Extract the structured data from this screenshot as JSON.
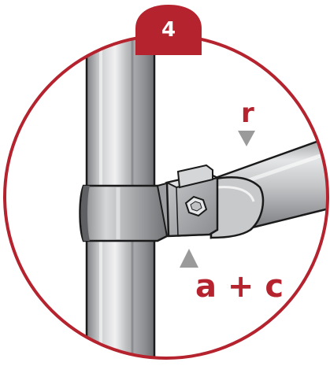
{
  "diagram": {
    "step_number": "4",
    "label_top": "r",
    "label_bottom": "a + c",
    "icons": [
      "arrow-down-icon",
      "arrow-up-icon",
      "hex-bolt-icon"
    ]
  },
  "colors": {
    "accent_red": "#b5232e",
    "metal_light": "#d9dadb",
    "metal_mid": "#a6a8aa",
    "metal_dark": "#6b6d70",
    "outline": "#1a1a1a",
    "arrow_gray": "#9a9a9a"
  }
}
